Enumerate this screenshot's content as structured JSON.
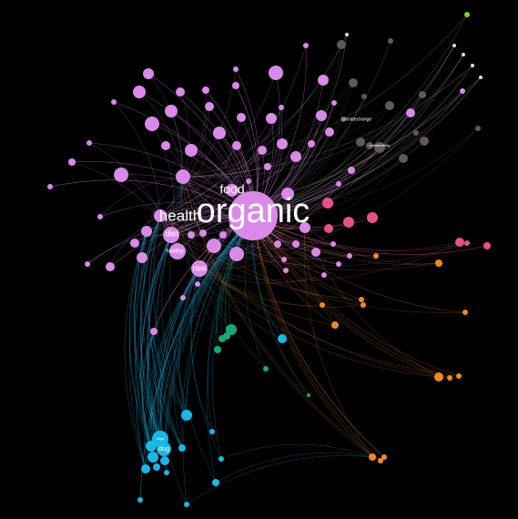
{
  "graph": {
    "background": "#000000",
    "colors": {
      "pink": "#d98ae8",
      "rose": "#e8508a",
      "gray": "#5e5a55",
      "orange": "#f08a1c",
      "green": "#17a978",
      "cyan": "#18b8e8",
      "lime": "#7ed321",
      "white": "#e0e0e0"
    },
    "labels": {
      "organic": "organic",
      "health": "health",
      "food": "food",
      "diet": "diet",
      "raw": "raw",
      "healthy": "healthy",
      "dog": "dog",
      "dogs": "dogs",
      "climatechange": "climatechange",
      "sustainability": "sustainability"
    }
  }
}
